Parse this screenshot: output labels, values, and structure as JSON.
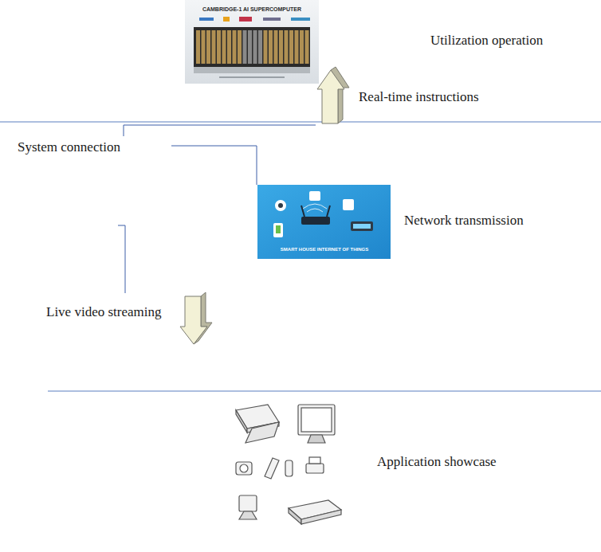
{
  "diagram": {
    "labels": [
      "CAMBRIDGE-1 AI SUPERCOMPUTER",
      "Utilization operation",
      "Real-time instructions",
      "System connection",
      "SMART HOUSE INTERNET OF THINGS",
      "Network transmission",
      "Live video streaming",
      "Application showcase"
    ]
  }
}
